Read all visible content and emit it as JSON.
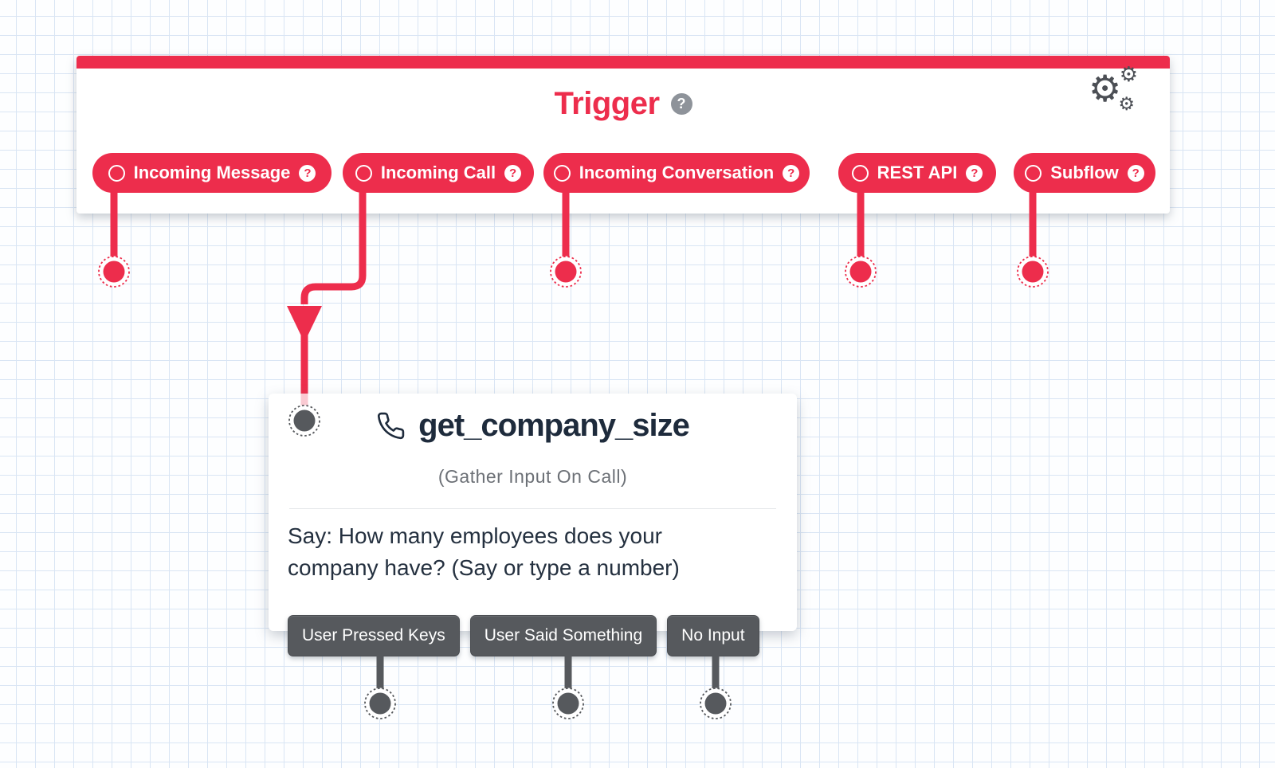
{
  "colors": {
    "accent_red": "#ED2D4C",
    "title_navy": "#1E2B3C",
    "neutral_gray": "#56595D",
    "grid_blue": "#D9E5F4",
    "help_gray": "#8E939A"
  },
  "glyphs": {
    "help": "?",
    "gear": "⚙"
  },
  "trigger_panel": {
    "title": "Trigger",
    "triggers": [
      {
        "label": "Incoming Message"
      },
      {
        "label": "Incoming Call"
      },
      {
        "label": "Incoming Conversation"
      },
      {
        "label": "REST API"
      },
      {
        "label": "Subflow"
      }
    ]
  },
  "widget": {
    "title": "get_company_size",
    "type_label": "(Gather Input On Call)",
    "body_text": "Say: How many employees does your company have? (Say or type a number)",
    "transitions": [
      {
        "label": "User Pressed Keys"
      },
      {
        "label": "User Said Something"
      },
      {
        "label": "No Input"
      }
    ]
  }
}
